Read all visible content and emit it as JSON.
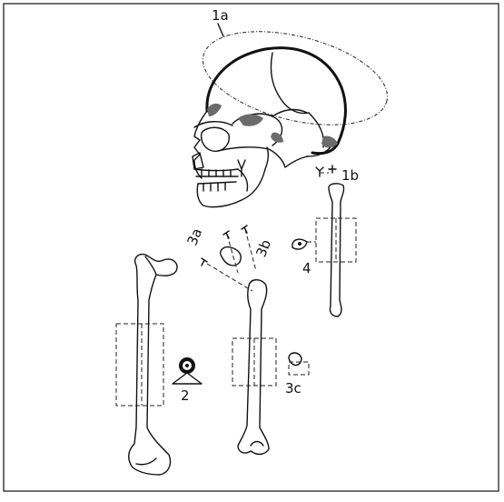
{
  "labels": {
    "skull_vault": "1a",
    "skull_base": "1b",
    "femur_section": "2",
    "humerus_head_a": "3a",
    "humerus_head_b": "3b",
    "humerus_section": "3c",
    "fibula_section": "4"
  }
}
